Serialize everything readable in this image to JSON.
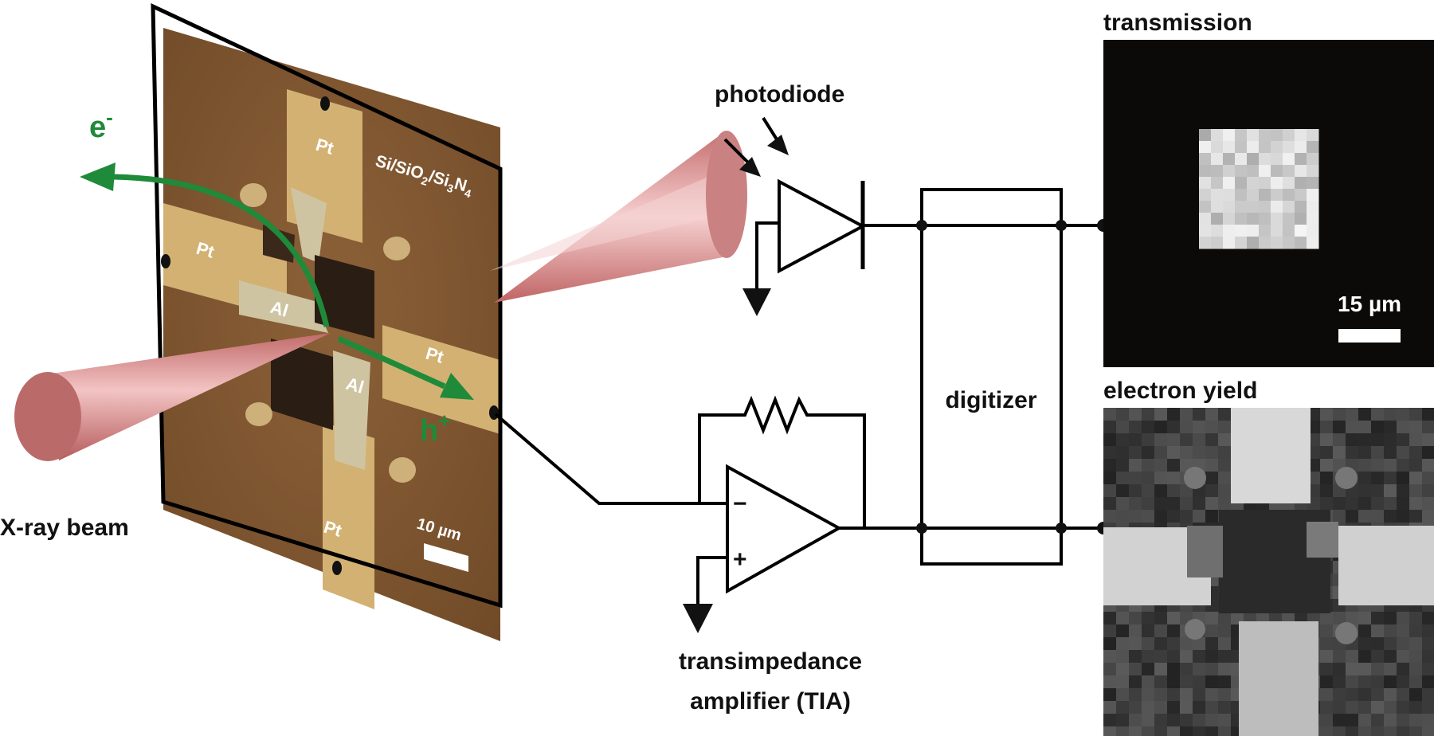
{
  "labels": {
    "xray_beam": "X-ray beam",
    "electron": "e",
    "electron_sup": "-",
    "hole": "h",
    "hole_sup": "+",
    "photodiode": "photodiode",
    "tia_line1": "transimpedance",
    "tia_line2": "amplifier (TIA)",
    "digitizer": "digitizer",
    "transmission": "transmission",
    "electron_yield": "electron yield",
    "minus": "−",
    "plus": "+"
  },
  "chip": {
    "substrate_base": "Si/SiO",
    "substrate_sub1": "2",
    "substrate_mid": "/Si",
    "substrate_sub2": "3",
    "substrate_end": "N",
    "substrate_sub3": "4",
    "pt_top": "Pt",
    "pt_left": "Pt",
    "pt_right": "Pt",
    "pt_bottom": "Pt",
    "al_left": "Al",
    "al_center": "Al",
    "scalebar": "10 µm"
  },
  "transmission_image": {
    "scalebar": "15 µm"
  },
  "colors": {
    "beam": "#d98888",
    "chip_bg": "#7e5530",
    "pt_contact": "#d2b173",
    "al_contact": "#cfc4a2",
    "arrow_green": "#1f8a3a"
  }
}
